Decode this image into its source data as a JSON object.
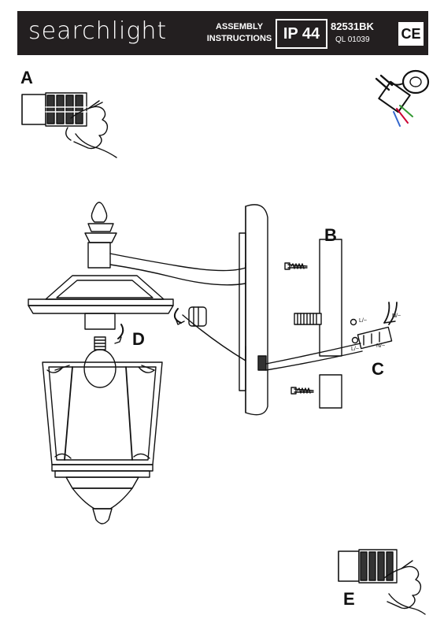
{
  "header": {
    "brand": "searchlight",
    "assembly_line1": "ASSEMBLY",
    "assembly_line2": "INSTRUCTIONS",
    "ip_rating": "IP 44",
    "model": "82531BK",
    "ql_code": "QL 01039",
    "ce_mark": "CE"
  },
  "labels": {
    "a": "A",
    "b": "B",
    "c": "C",
    "d": "D",
    "e": "E",
    "wire_l1": "L/~",
    "wire_n1": "N/~",
    "wire_l2": "L/~",
    "wire_n2": "N/~"
  },
  "icons": [
    "hand-icon",
    "tape-icon",
    "screw-icon",
    "wall-plug-icon",
    "bulb-icon",
    "arrow-icon",
    "earth-icon"
  ]
}
